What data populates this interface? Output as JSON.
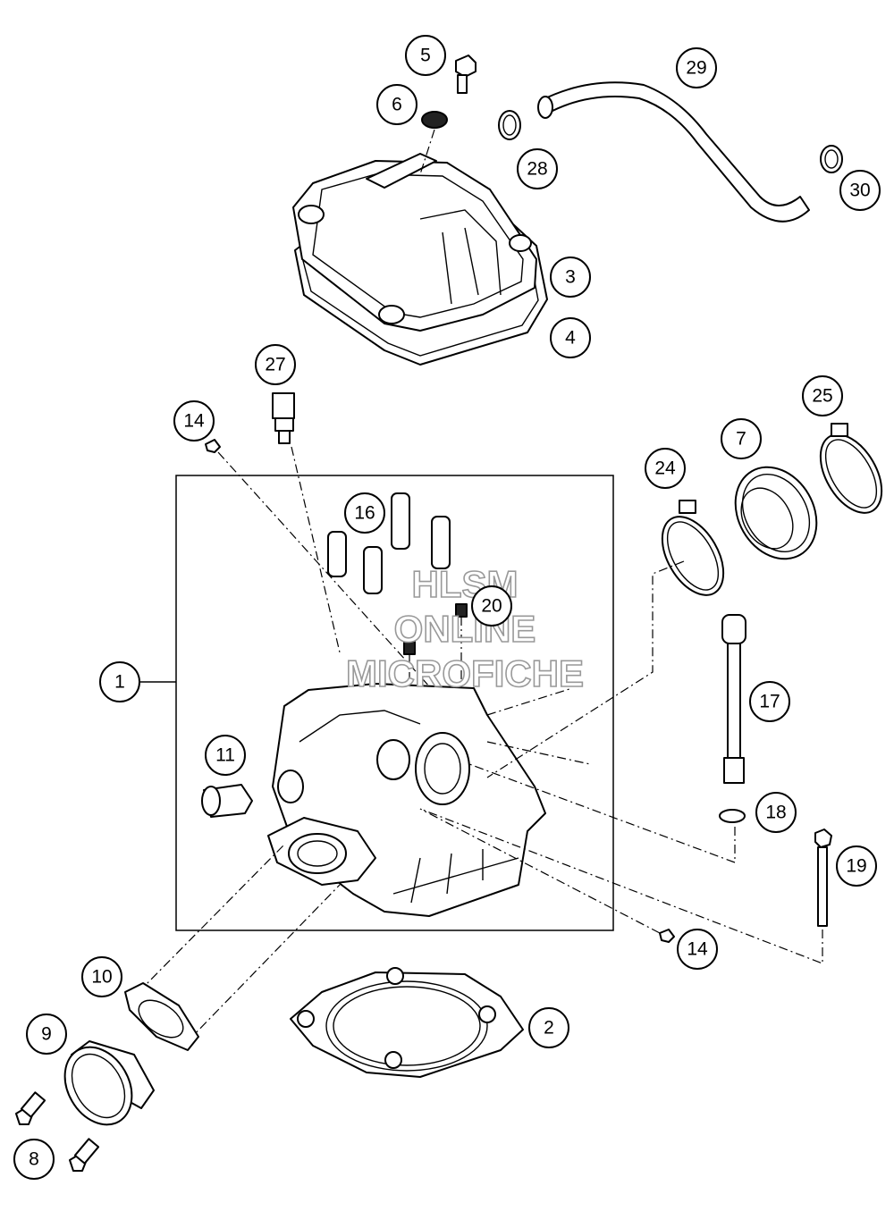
{
  "callouts": [
    {
      "id": "1",
      "label": "1"
    },
    {
      "id": "2",
      "label": "2"
    },
    {
      "id": "3",
      "label": "3"
    },
    {
      "id": "4",
      "label": "4"
    },
    {
      "id": "5",
      "label": "5"
    },
    {
      "id": "6",
      "label": "6"
    },
    {
      "id": "7",
      "label": "7"
    },
    {
      "id": "8",
      "label": "8"
    },
    {
      "id": "9",
      "label": "9"
    },
    {
      "id": "10",
      "label": "10"
    },
    {
      "id": "11",
      "label": "11"
    },
    {
      "id": "14a",
      "label": "14"
    },
    {
      "id": "14b",
      "label": "14"
    },
    {
      "id": "16",
      "label": "16"
    },
    {
      "id": "17",
      "label": "17"
    },
    {
      "id": "18",
      "label": "18"
    },
    {
      "id": "19",
      "label": "19"
    },
    {
      "id": "20",
      "label": "20"
    },
    {
      "id": "24",
      "label": "24"
    },
    {
      "id": "25",
      "label": "25"
    },
    {
      "id": "27",
      "label": "27"
    },
    {
      "id": "28",
      "label": "28"
    },
    {
      "id": "29",
      "label": "29"
    },
    {
      "id": "30",
      "label": "30"
    }
  ],
  "watermark": {
    "line1": "HLSM",
    "line2": "ONLINE",
    "line3": "MICROFICHE"
  }
}
